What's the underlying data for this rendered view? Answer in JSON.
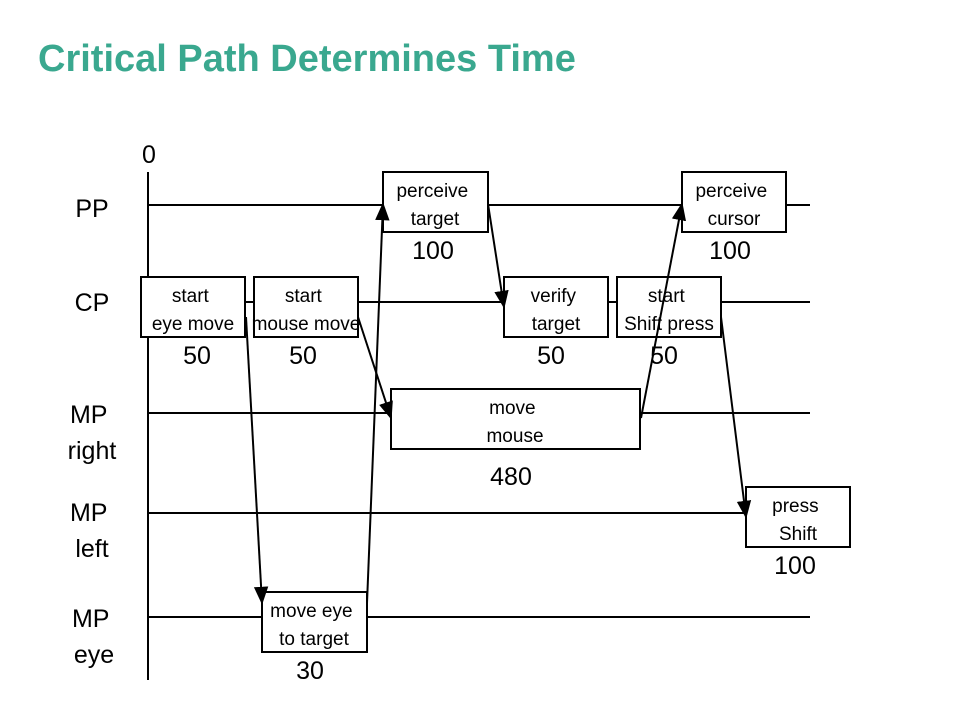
{
  "title": "Critical Path Determines Time",
  "colors": {
    "title": "#3aa88f",
    "ink": "#000000",
    "background": "#ffffff"
  },
  "time_origin_label": "0",
  "lanes": [
    {
      "id": "pp",
      "lines": [
        "PP"
      ]
    },
    {
      "id": "cp",
      "lines": [
        "CP"
      ]
    },
    {
      "id": "mp-right",
      "lines": [
        "MP",
        "right"
      ]
    },
    {
      "id": "mp-left",
      "lines": [
        "MP",
        "left"
      ]
    },
    {
      "id": "mp-eye",
      "lines": [
        "MP",
        "eye"
      ]
    }
  ],
  "operators": [
    {
      "id": "start-eye-move",
      "lane": "cp",
      "lines": [
        "start",
        "eye move"
      ],
      "duration": "50"
    },
    {
      "id": "start-mouse-move",
      "lane": "cp",
      "lines": [
        "start",
        "mouse move"
      ],
      "duration": "50"
    },
    {
      "id": "move-eye-to-target",
      "lane": "mp-eye",
      "lines": [
        "move eye",
        "to target"
      ],
      "duration": "30"
    },
    {
      "id": "perceive-target",
      "lane": "pp",
      "lines": [
        "perceive",
        "target"
      ],
      "duration": "100"
    },
    {
      "id": "move-mouse",
      "lane": "mp-right",
      "lines": [
        "move",
        "mouse"
      ],
      "duration": "480"
    },
    {
      "id": "verify-target",
      "lane": "cp",
      "lines": [
        "verify",
        "target"
      ],
      "duration": "50"
    },
    {
      "id": "perceive-cursor",
      "lane": "pp",
      "lines": [
        "perceive",
        "cursor"
      ],
      "duration": "100"
    },
    {
      "id": "start-shift-press",
      "lane": "cp",
      "lines": [
        "start",
        "Shift press"
      ],
      "duration": "50"
    },
    {
      "id": "press-shift",
      "lane": "mp-left",
      "lines": [
        "press",
        "Shift"
      ],
      "duration": "100"
    }
  ],
  "dependencies": [
    {
      "from": "start-eye-move",
      "to": "move-eye-to-target"
    },
    {
      "from": "move-eye-to-target",
      "to": "perceive-target"
    },
    {
      "from": "start-mouse-move",
      "to": "move-mouse"
    },
    {
      "from": "perceive-target",
      "to": "verify-target"
    },
    {
      "from": "move-mouse",
      "to": "perceive-cursor"
    },
    {
      "from": "start-shift-press",
      "to": "press-shift"
    }
  ]
}
